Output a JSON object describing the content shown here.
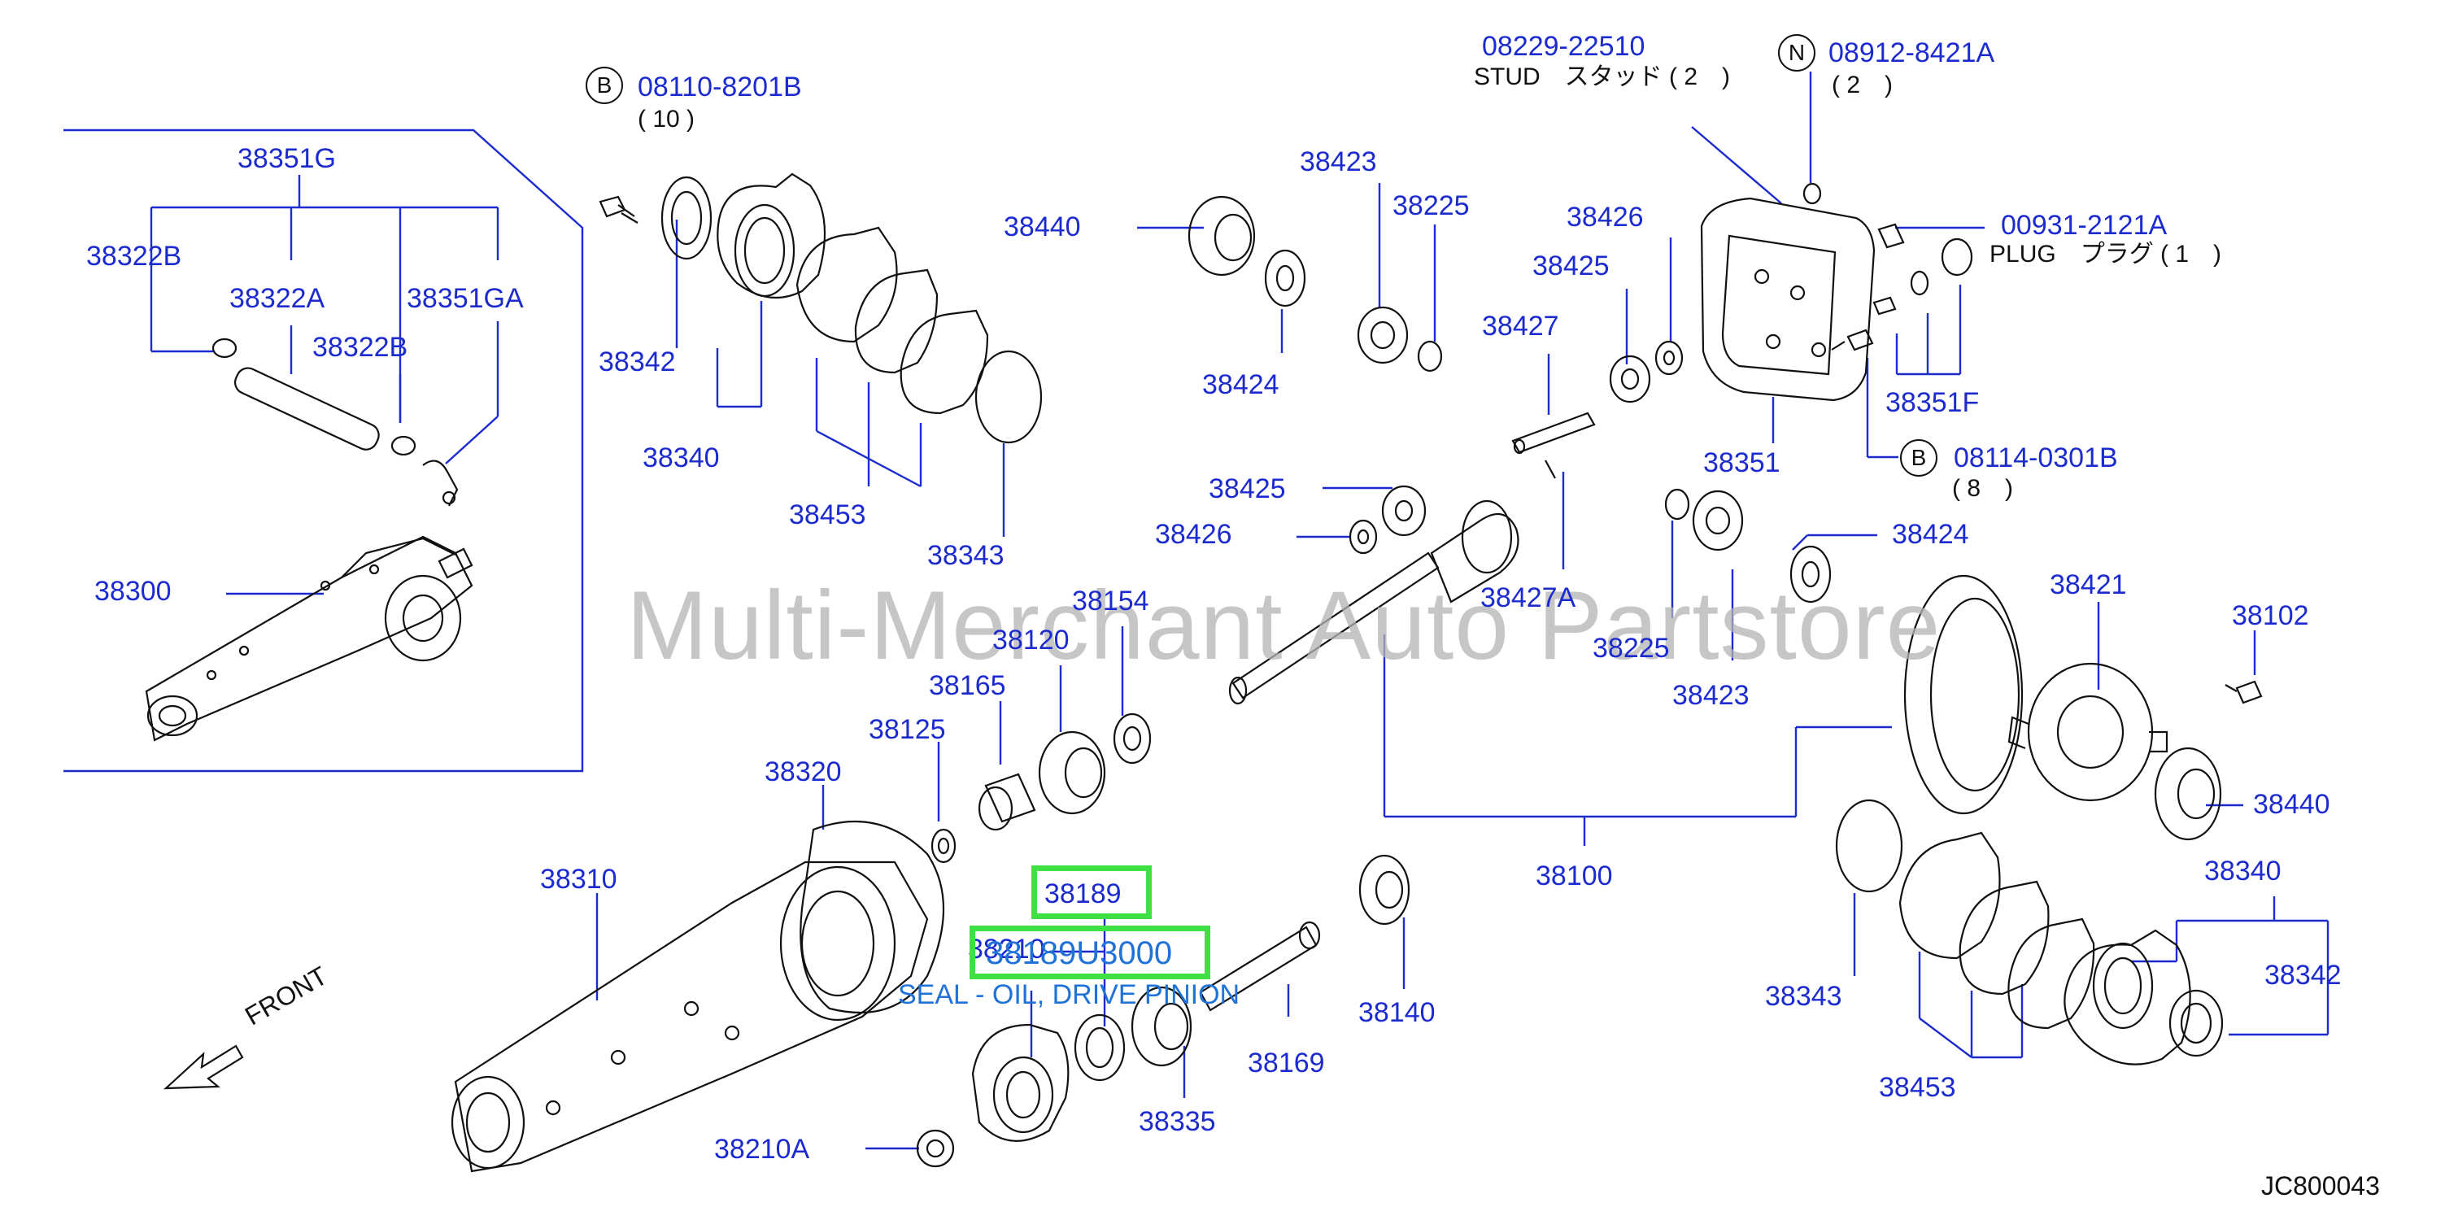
{
  "watermark": "Multi-Merchant Auto Partstore",
  "diagram_code": "JC800043",
  "front_label": "FRONT",
  "highlight": {
    "part_number": "38189",
    "part_code": "38189U3000",
    "description": "SEAL - OIL, DRIVE PINION"
  },
  "callouts": {
    "bolt_b1_code": "B",
    "bolt_b1_part": "08110-8201B",
    "bolt_b1_qty": "( 10 )",
    "stud_part": "08229-22510",
    "stud_label": "STUD　スタッド ( 2　)",
    "nut_n_code": "N",
    "nut_n_part": "08912-8421A",
    "nut_n_qty": "( 2　)",
    "plug_part": "00931-2121A",
    "plug_label": "PLUG　プラグ ( 1　)",
    "bolt_b2_code": "B",
    "bolt_b2_part": "08114-0301B",
    "bolt_b2_qty": "( 8　)"
  },
  "parts": {
    "p38351G": "38351G",
    "p38322B_a": "38322B",
    "p38322A": "38322A",
    "p38351GA": "38351GA",
    "p38322B_b": "38322B",
    "p38300": "38300",
    "p38342_a": "38342",
    "p38340_a": "38340",
    "p38453_a": "38453",
    "p38343_a": "38343",
    "p38440_a": "38440",
    "p38423_a": "38423",
    "p38225_a": "38225",
    "p38424_a": "38424",
    "p38426_a": "38426",
    "p38425_a": "38425",
    "p38427": "38427",
    "p38351": "38351",
    "p38351F": "38351F",
    "p38425_b": "38425",
    "p38426_b": "38426",
    "p38427A": "38427A",
    "p38225_b": "38225",
    "p38423_b": "38423",
    "p38424_b": "38424",
    "p38421": "38421",
    "p38102": "38102",
    "p38154": "38154",
    "p38120": "38120",
    "p38165": "38165",
    "p38125": "38125",
    "p38320": "38320",
    "p38310": "38310",
    "p38210": "38210",
    "p38335": "38335",
    "p38169": "38169",
    "p38140": "38140",
    "p38210A": "38210A",
    "p38100": "38100",
    "p38440_b": "38440",
    "p38340_b": "38340",
    "p38342_b": "38342",
    "p38343_b": "38343",
    "p38453_b": "38453"
  }
}
